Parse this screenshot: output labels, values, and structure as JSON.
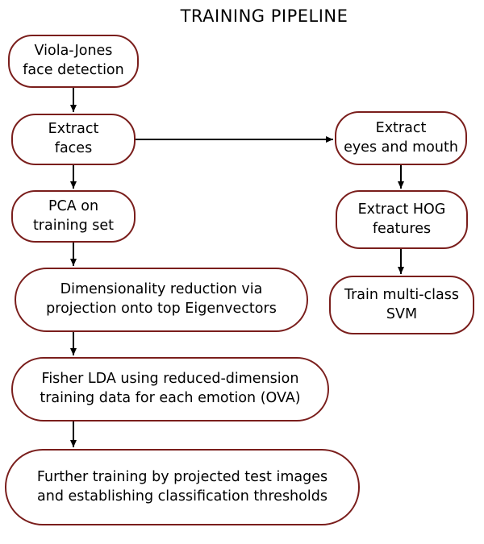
{
  "title": "TRAINING PIPELINE",
  "nodes": {
    "viola_jones": "Viola-Jones\nface detection",
    "extract_faces": "Extract\nfaces",
    "pca": "PCA on\ntraining set",
    "dim_reduction": "Dimensionality reduction via\nprojection onto top Eigenvectors",
    "fisher_lda": "Fisher LDA using reduced-dimension\ntraining data for each emotion (OVA)",
    "further_training": "Further training by projected test images\nand establishing classification thresholds",
    "extract_eyes_mouth": "Extract\neyes and mouth",
    "extract_hog": "Extract HOG\nfeatures",
    "train_svm": "Train multi-class\nSVM"
  },
  "colors": {
    "node_border": "#7a1e1c",
    "arrow": "#000000"
  }
}
